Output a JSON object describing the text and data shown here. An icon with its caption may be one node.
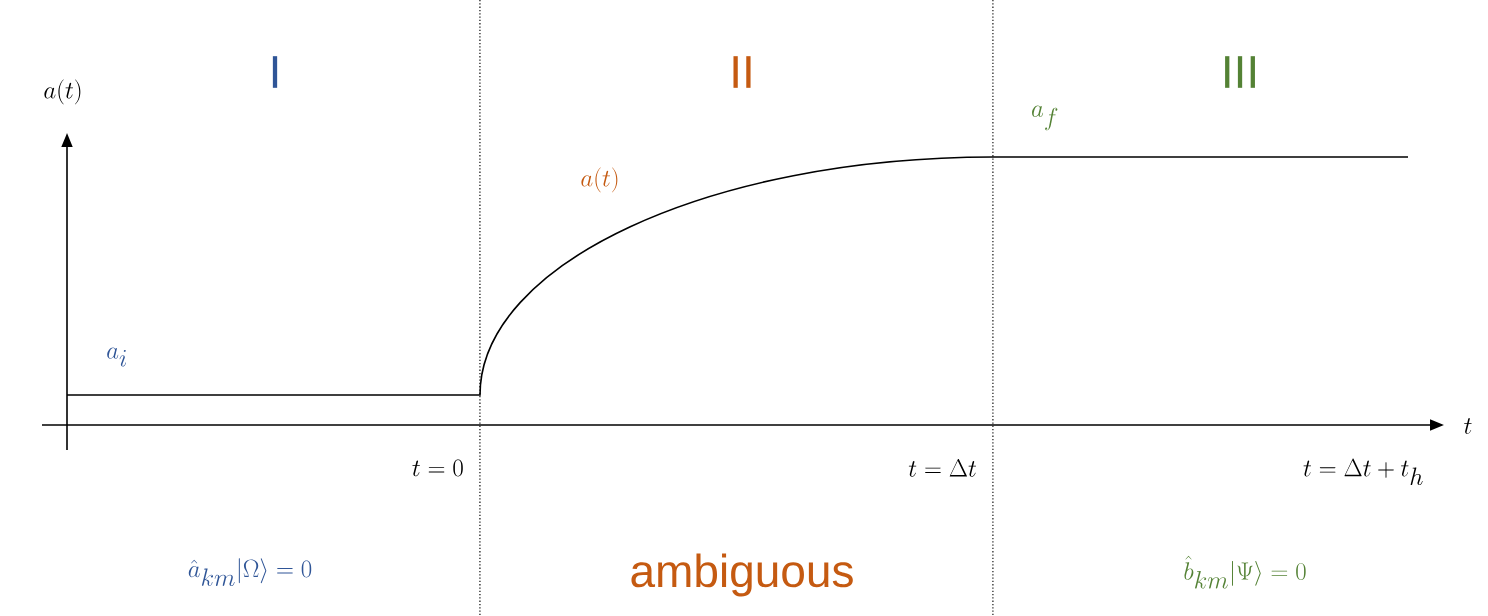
{
  "diagram": {
    "labels": [
      "I",
      "II",
      "III",
      "a(t)",
      "a_f",
      "a(t)",
      "a_i",
      "t",
      "t = 0",
      "t = \\Delta t",
      "t = \\Delta t + t_h",
      "\\hat{a}_{km}|\\Omega\\rangle = 0",
      "ambiguous",
      "\\hat{b}_{km}|\\Psi\\rangle = 0"
    ]
  }
}
